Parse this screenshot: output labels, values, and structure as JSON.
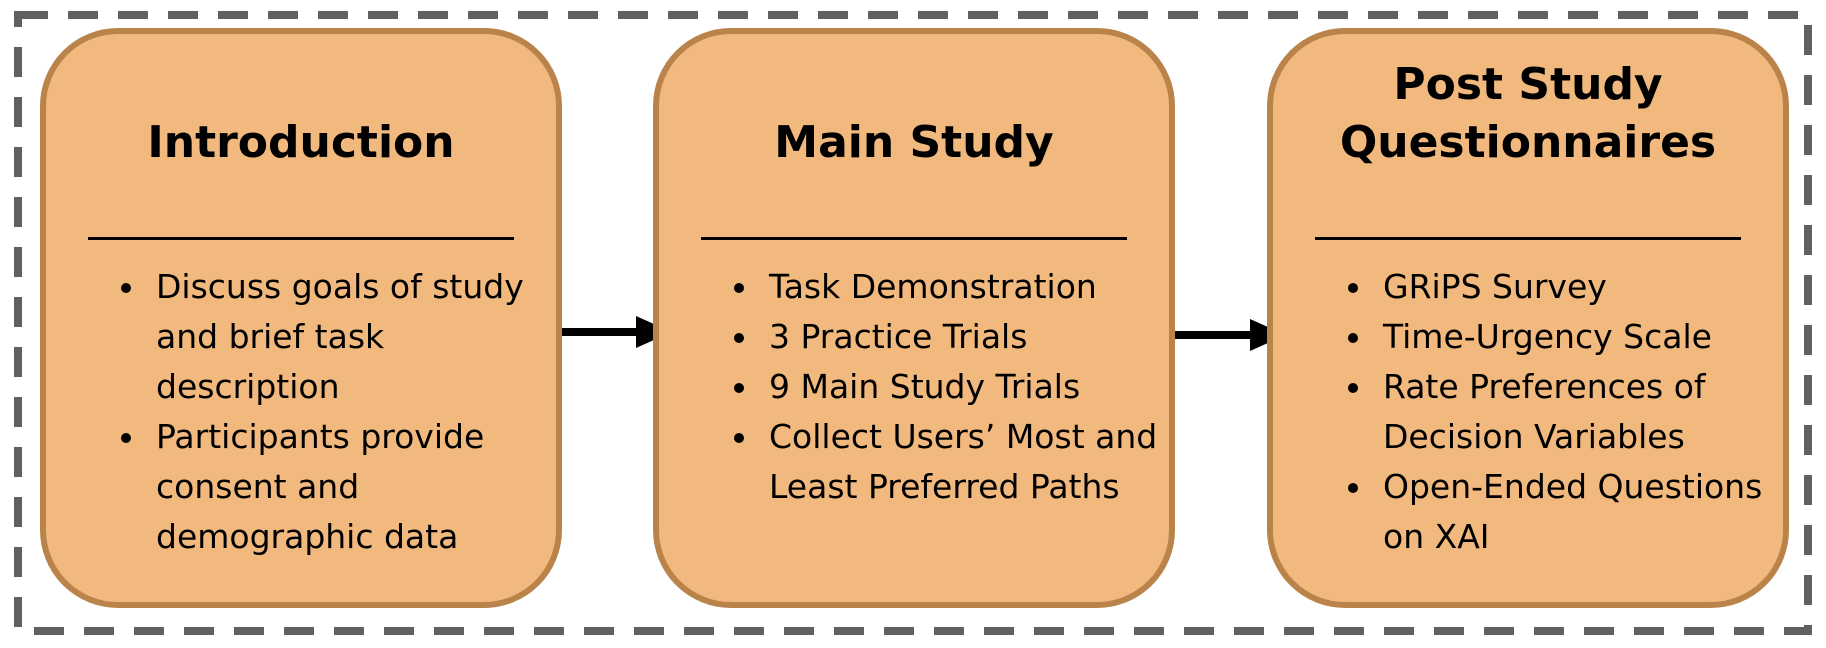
{
  "colors": {
    "box_fill": "#f2b97e",
    "box_border": "#b9834a",
    "frame_dash": "#606060",
    "arrow": "#000000"
  },
  "stages": [
    {
      "title": "Introduction",
      "bullets": [
        "Discuss goals of study and brief task description",
        "Participants provide consent and demographic data"
      ]
    },
    {
      "title": "Main Study",
      "bullets": [
        "Task Demonstration",
        "3 Practice Trials",
        "9 Main Study Trials",
        "Collect Users’ Most and Least Preferred Paths"
      ]
    },
    {
      "title": "Post Study\nQuestionnaires",
      "bullets": [
        "GRiPS Survey",
        "Time-Urgency Scale",
        "Rate Preferences of Decision Variables",
        "Open-Ended Questions on XAI"
      ]
    }
  ]
}
